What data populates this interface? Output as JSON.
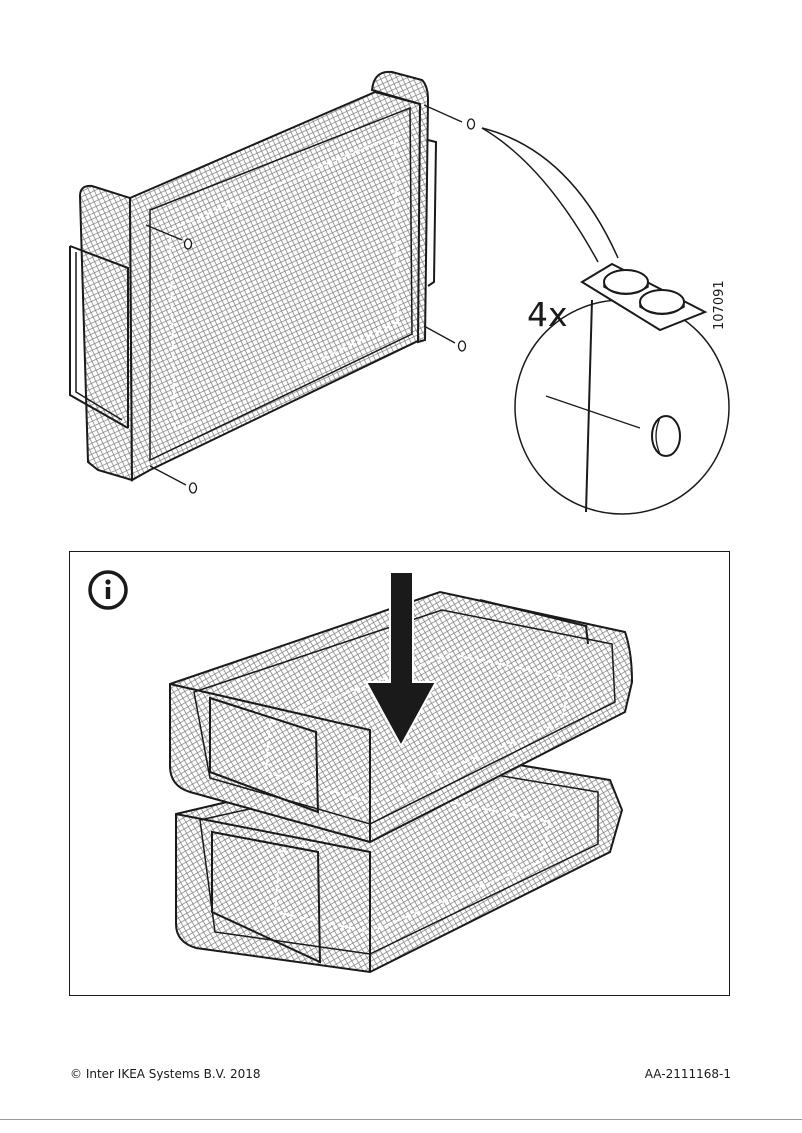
{
  "step": {
    "quantity_label": "4x",
    "part_number": "107091",
    "part_icon": "felt-pad-icon"
  },
  "info_panel": {
    "icon": "info-icon"
  },
  "footer": {
    "copyright": "© Inter IKEA Systems B.V. 2018",
    "document_id": "AA-2111168-1"
  },
  "colors": {
    "line": "#1a1a1a",
    "mesh": "#8a8a8a",
    "background": "#ffffff"
  }
}
